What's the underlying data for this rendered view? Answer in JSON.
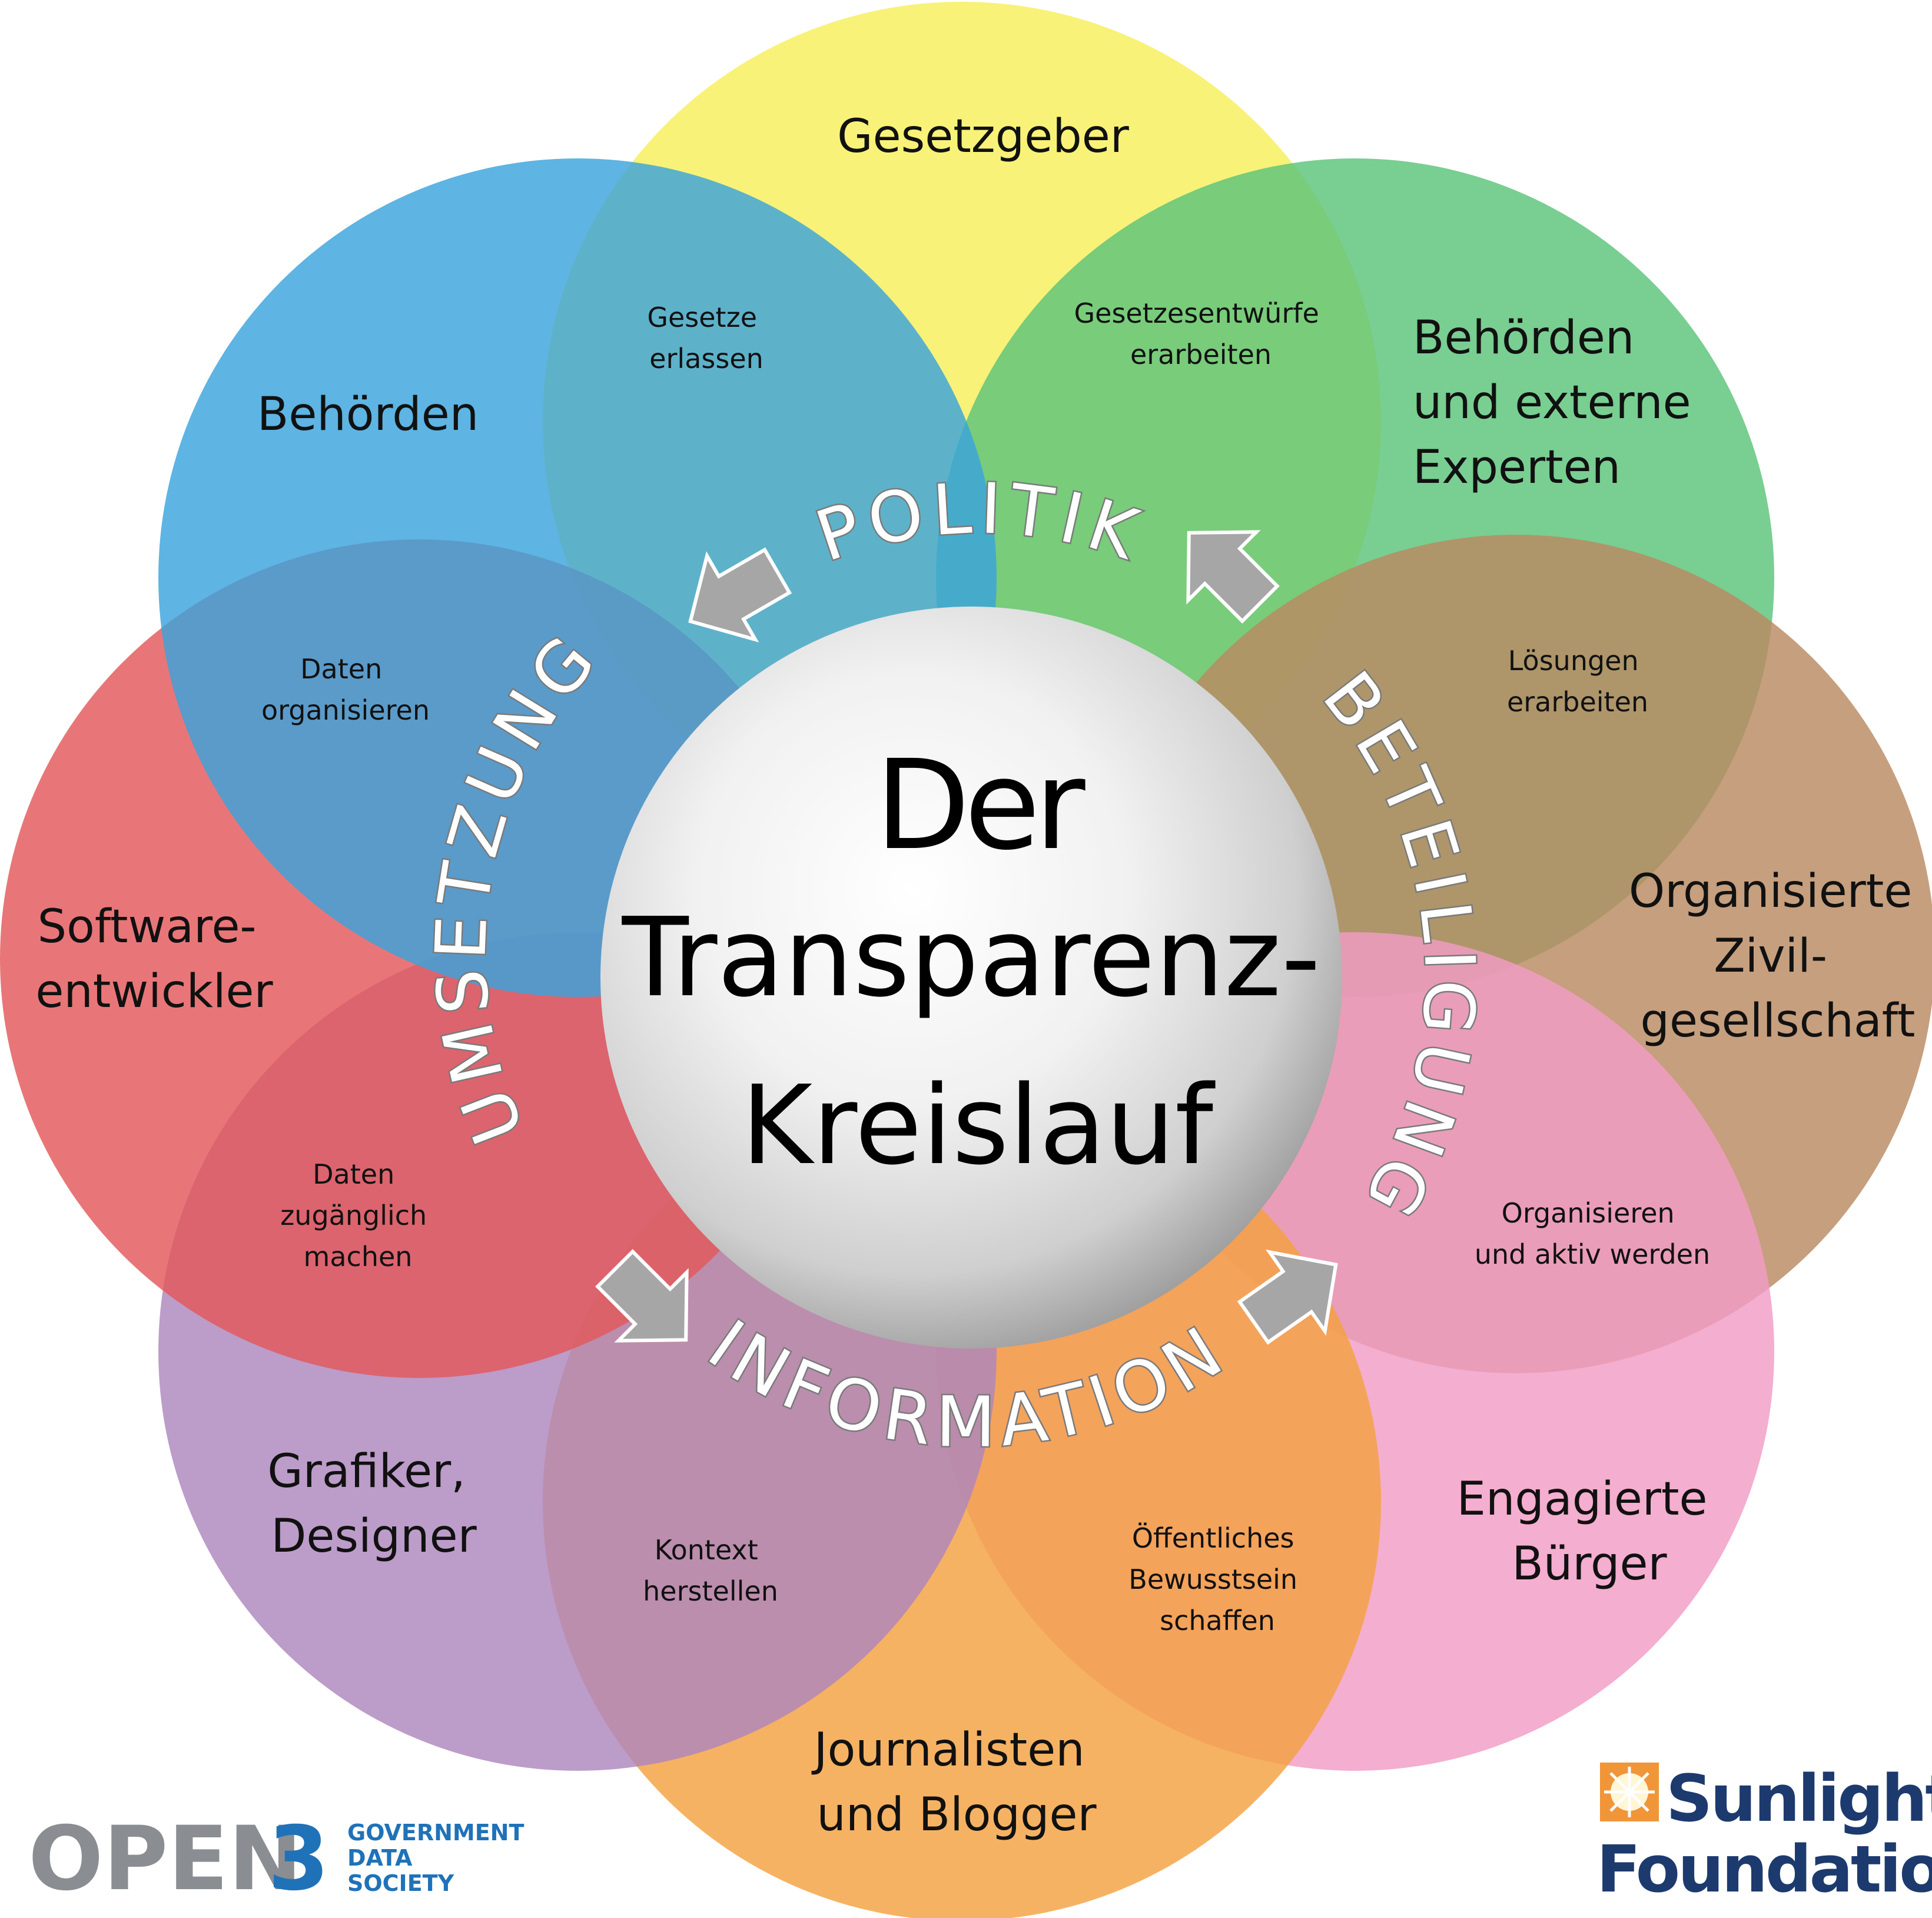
{
  "colors": {
    "gesetzgeber": "#f6ef5a",
    "behoerden_experten": "#5cc37a",
    "zivilgesellschaft": "#b98a62",
    "buerger": "#f29cc4",
    "journalisten": "#f4a141",
    "designer": "#ad86bd",
    "softwareentwickler": "#e3585a",
    "behoerden": "#3aa3dc",
    "ring_text_fill": "#ffffff",
    "arrow": "#a6a6a6",
    "open3_grey": "#8a8d91",
    "open3_blue": "#1f72b8",
    "sunlight_navy": "#1d3a6e",
    "sunlight_orange": "#f08a24"
  },
  "center": {
    "title_line1": "Der",
    "title_line2": "Transparenz-",
    "title_line3": "Kreislauf"
  },
  "ring": {
    "politik": "POLITIK",
    "umsetzung": "UMSETZUNG",
    "beteiligung": "BETEILIGUNG",
    "information": "INFORMATION"
  },
  "roles": {
    "gesetzgeber": [
      "Gesetzgeber"
    ],
    "behoerden_experten": [
      "Behörden",
      "und externe",
      "Experten"
    ],
    "zivilgesellschaft": [
      "Organisierte",
      "Zivil-",
      "gesellschaft"
    ],
    "buerger": [
      "Engagierte",
      "Bürger"
    ],
    "journalisten": [
      "Journalisten",
      "und Blogger"
    ],
    "designer": [
      "Grafiker,",
      "Designer"
    ],
    "softwareentwickler": [
      "Software-",
      "entwickler"
    ],
    "behoerden": [
      "Behörden"
    ]
  },
  "activities": {
    "gesetze": [
      "Gesetze",
      "erlassen"
    ],
    "entwuerfe": [
      "Gesetzesentwürfe",
      "erarbeiten"
    ],
    "loesungen": [
      "Lösungen",
      "erarbeiten"
    ],
    "organisieren": [
      "Organisieren",
      "und aktiv werden"
    ],
    "bewusstsein": [
      "Öffentliches",
      "Bewusstsein",
      "schaffen"
    ],
    "kontext": [
      "Kontext",
      "herstellen"
    ],
    "zugaenglich": [
      "Daten",
      "zugänglich",
      "machen"
    ],
    "organisieren_daten": [
      "Daten",
      "organisieren"
    ]
  },
  "logos": {
    "open3": {
      "word": "OPEN",
      "digit": "3",
      "lines": [
        "GOVERNMENT",
        "DATA",
        "SOCIETY"
      ]
    },
    "sunlight": {
      "line1": "Sunlight",
      "line2": "Foundation"
    }
  }
}
